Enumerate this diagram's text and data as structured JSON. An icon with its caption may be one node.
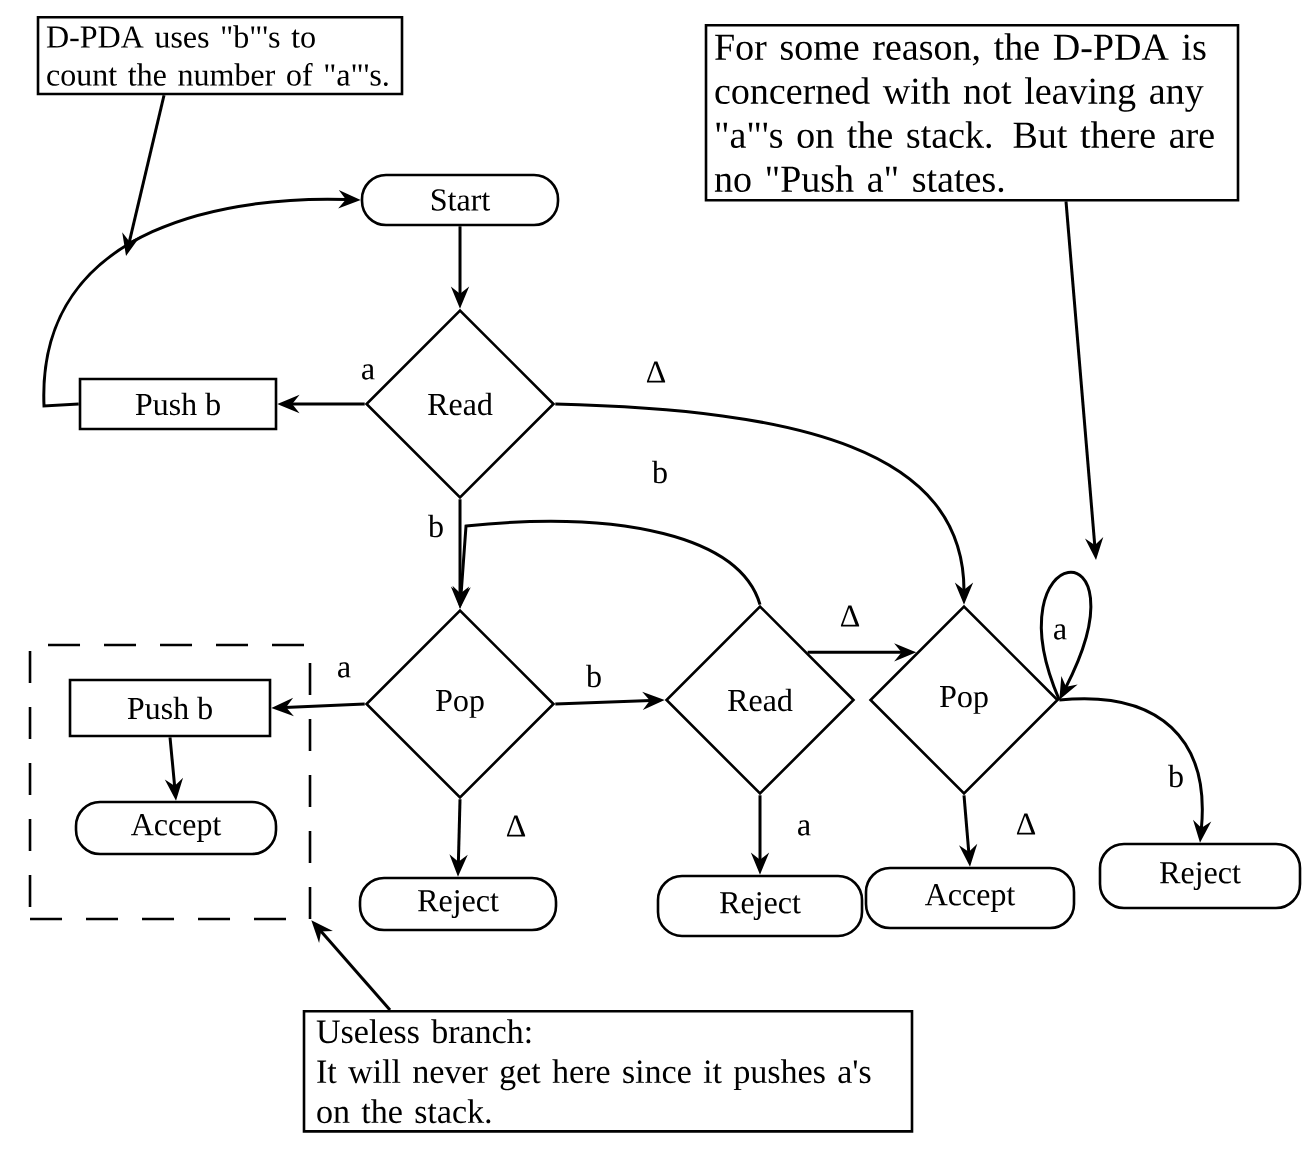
{
  "diagram": {
    "nodes": [
      {
        "text": [
          "D-PDA uses \"b\"'s to count the number of \"a\"'s."
        ]
      },
      {
        "text": [
          "For some reason, the D-PDA is concerned with not leaving any \"a\"'s on the stack.  But there are no \"Push a\" states."
        ]
      },
      {
        "text": [
          "Start"
        ]
      },
      {
        "text": [
          "Read"
        ]
      },
      {
        "text": [
          "Push b"
        ]
      },
      {
        "text": [],
        "shape": "box"
      },
      {
        "text": [
          "Push b"
        ],
        "in": 5
      },
      {
        "text": [
          "Accept"
        ],
        "in": 5
      },
      {
        "text": [
          "Pop"
        ]
      },
      {
        "text": [
          "Reject"
        ]
      },
      {
        "text": [
          "Read"
        ]
      },
      {
        "text": [
          "Pop"
        ]
      },
      {
        "text": [
          "Reject"
        ]
      },
      {
        "text": [
          "Accept"
        ]
      },
      {
        "text": [
          "Reject"
        ]
      },
      {
        "text": [
          "Useless branch:",
          "It will never get here since it pushes a's on the stack."
        ]
      }
    ],
    "edges": [
      {
        "from": 2,
        "to": 3,
        "arrow": "to"
      },
      {
        "from": 3,
        "to": 4,
        "arrow": "to",
        "label": "a"
      },
      {
        "from": 4,
        "to": 2,
        "arrow": "to"
      },
      {
        "from": 3,
        "to": 8,
        "arrow": "to",
        "label": "b"
      },
      {
        "from": 3,
        "to": 11,
        "arrow": "to",
        "label": "Δ"
      },
      {
        "from": 10,
        "to": 8,
        "arrow": "to",
        "label": "b"
      },
      {
        "from": 8,
        "to": 6,
        "arrow": "to",
        "label": "a"
      },
      {
        "from": 8,
        "to": 10,
        "arrow": "to",
        "label": "b"
      },
      {
        "from": 8,
        "to": 9,
        "arrow": "to",
        "label": "Δ"
      },
      {
        "from": 6,
        "to": 7,
        "arrow": "to"
      },
      {
        "from": 10,
        "to": 11,
        "arrow": "to",
        "label": "Δ"
      },
      {
        "from": 10,
        "to": 12,
        "arrow": "to",
        "label": "a"
      },
      {
        "from": 11,
        "to": 11,
        "arrow": "to",
        "label": "a"
      },
      {
        "from": 11,
        "to": 13,
        "arrow": "to",
        "label": "Δ"
      },
      {
        "from": 11,
        "to": 14,
        "arrow": "to",
        "label": "b"
      },
      {
        "from": 0,
        "to": null,
        "arrow": "to"
      },
      {
        "from": 1,
        "to": null,
        "arrow": "to"
      },
      {
        "from": 15,
        "to": 5,
        "arrow": "to"
      }
    ]
  }
}
